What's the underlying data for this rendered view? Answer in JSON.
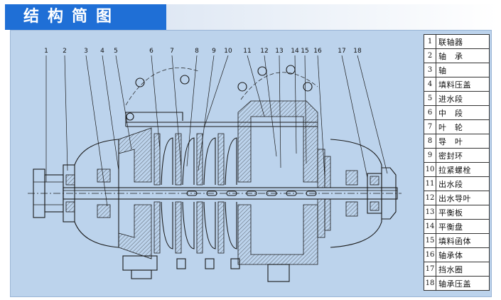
{
  "banner": {
    "title": "结构简图"
  },
  "callout_numbers": [
    "1",
    "2",
    "3",
    "4",
    "5",
    "6",
    "7",
    "8",
    "9",
    "10",
    "11",
    "12",
    "13",
    "14",
    "15",
    "16",
    "17",
    "18"
  ],
  "legend": [
    {
      "no": "1",
      "name": "联轴器"
    },
    {
      "no": "2",
      "name": "轴　承"
    },
    {
      "no": "3",
      "name": "轴"
    },
    {
      "no": "4",
      "name": "填料压盖"
    },
    {
      "no": "5",
      "name": "进水段"
    },
    {
      "no": "6",
      "name": "中　段"
    },
    {
      "no": "7",
      "name": "叶　轮"
    },
    {
      "no": "8",
      "name": "导　叶"
    },
    {
      "no": "9",
      "name": "密封环"
    },
    {
      "no": "10",
      "name": "拉紧螺栓"
    },
    {
      "no": "11",
      "name": "出水段"
    },
    {
      "no": "12",
      "name": "出水导叶"
    },
    {
      "no": "13",
      "name": "平衡板"
    },
    {
      "no": "14",
      "name": "平衡盘"
    },
    {
      "no": "15",
      "name": "填料函体"
    },
    {
      "no": "16",
      "name": "轴承体"
    },
    {
      "no": "17",
      "name": "挡水圈"
    },
    {
      "no": "18",
      "name": "轴承压盖"
    }
  ],
  "colors": {
    "banner": "#1f6fd6",
    "panel": "#bcd3ec",
    "ink": "#1a1a1a"
  }
}
